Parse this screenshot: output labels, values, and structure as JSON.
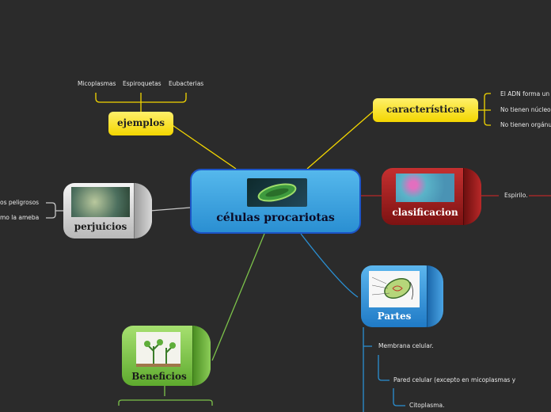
{
  "central": {
    "title": "células procariotas",
    "image": "bacteria-cell-image"
  },
  "ejemplos": {
    "title": "ejemplos",
    "items": [
      "Micoplasmas",
      "Espiroquetas",
      "Eubacterias"
    ]
  },
  "caracteristicas": {
    "title": "características",
    "items": [
      "El ADN forma un",
      "No tienen núcleo.",
      "No tienen orgánu"
    ]
  },
  "perjuicios": {
    "title": "perjuicios",
    "items": [
      "os peligrosos",
      "mo la ameba"
    ]
  },
  "clasificacion": {
    "title": "clasificacion",
    "items": [
      "Espirilo."
    ]
  },
  "partes": {
    "title": "Partes",
    "items": [
      "Membrana celular.",
      "Pared celular (excepto en micoplasmas y",
      "Citoplasma."
    ]
  },
  "beneficios": {
    "title": "Beneficios"
  },
  "colors": {
    "background": "#2b2b2b",
    "yellow": "#f3d600",
    "blue": "#2a8fd2",
    "red": "#b82828",
    "grey": "#c8c8c8",
    "green": "#7cc24a",
    "central_border": "#1c54c7"
  }
}
